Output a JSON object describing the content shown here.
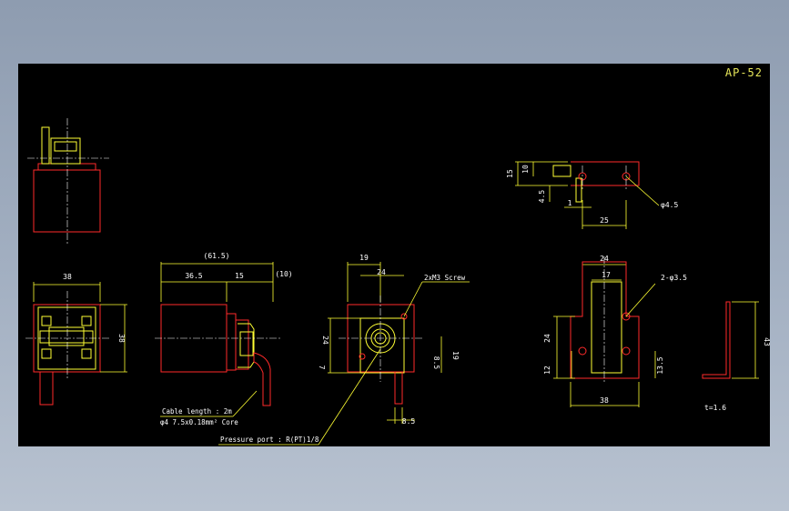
{
  "drawing_title": "AP-52",
  "colors": {
    "background": "#000000",
    "outline": "#ff2a2a",
    "dimension": "#ffff33",
    "centerline": "#ffffff",
    "text": "#ffffff",
    "window": "#8e9cb0"
  },
  "dimensions": {
    "front_width": "38",
    "front_height": "38",
    "side_overall": "(61.5)",
    "side_body": "36.5",
    "side_fitting": "15",
    "side_cable": "(10)",
    "port_top": "19",
    "port_width": "24",
    "port_height": "24",
    "port_lower": "7",
    "port_right": "19",
    "port_offset": "8.5",
    "port_bottom": "8.5",
    "bracket_top_h1": "15",
    "bracket_top_h2": "10",
    "bracket_top_h3": "4.5",
    "bracket_top_t": "1",
    "bracket_top_w": "25",
    "bracket_top_hole": "φ4.5",
    "bracket_w1": "24",
    "bracket_w2": "17",
    "bracket_holes": "2-φ3.5",
    "bracket_h1": "24",
    "bracket_h2": "12",
    "bracket_h3": "13.5",
    "bracket_bottom": "38",
    "bracket_side_h": "43",
    "bracket_thickness": "t=1.6"
  },
  "annotations": {
    "screw": "2xM3 Screw",
    "cable_1": "Cable length : 2m",
    "cable_2": "φ4 7.5x0.18mm² Core",
    "pressure_port": "Pressure port : R(PT)1/8"
  }
}
